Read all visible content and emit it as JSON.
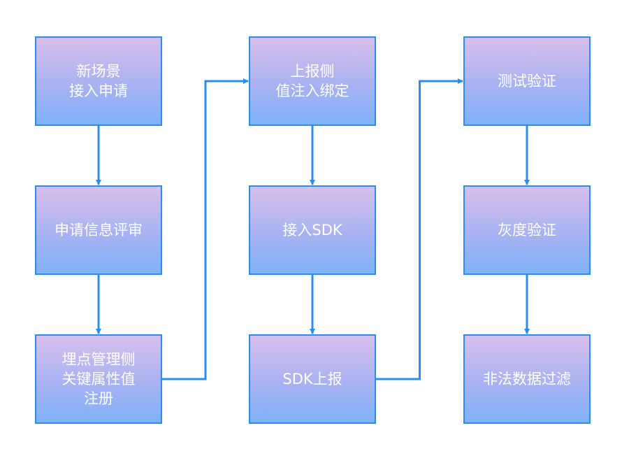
{
  "flow": {
    "nodes": [
      {
        "id": "new-scene-apply",
        "lines": [
          "新场景",
          "接入申请"
        ]
      },
      {
        "id": "apply-info-review",
        "lines": [
          "申请信息评审"
        ]
      },
      {
        "id": "tracking-mgmt-register",
        "lines": [
          "埋点管理侧",
          "关键属性值",
          "注册"
        ]
      },
      {
        "id": "report-value-inject-bind",
        "lines": [
          "上报侧",
          "值注入绑定"
        ]
      },
      {
        "id": "integrate-sdk",
        "lines": [
          "接入SDK"
        ]
      },
      {
        "id": "sdk-report",
        "lines": [
          "SDK上报"
        ]
      },
      {
        "id": "test-verify",
        "lines": [
          "测试验证"
        ]
      },
      {
        "id": "gray-verify",
        "lines": [
          "灰度验证"
        ]
      },
      {
        "id": "illegal-data-filter",
        "lines": [
          "非法数据过滤"
        ]
      }
    ],
    "edges": [
      [
        "new-scene-apply",
        "apply-info-review"
      ],
      [
        "apply-info-review",
        "tracking-mgmt-register"
      ],
      [
        "tracking-mgmt-register",
        "report-value-inject-bind"
      ],
      [
        "report-value-inject-bind",
        "integrate-sdk"
      ],
      [
        "integrate-sdk",
        "sdk-report"
      ],
      [
        "sdk-report",
        "test-verify"
      ],
      [
        "test-verify",
        "gray-verify"
      ],
      [
        "gray-verify",
        "illegal-data-filter"
      ]
    ],
    "colors": {
      "stroke": "#2a8ef0",
      "gradient_top": "#d8bfec",
      "gradient_bottom": "#7fb2f8",
      "text": "#ffffff"
    }
  }
}
